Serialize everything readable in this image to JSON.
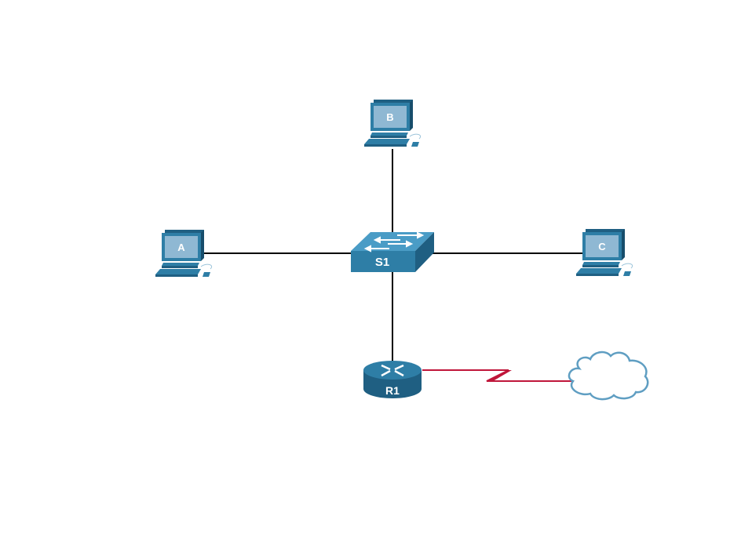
{
  "diagram": {
    "type": "network-topology",
    "nodes": [
      {
        "id": "A",
        "label": "A",
        "kind": "pc"
      },
      {
        "id": "B",
        "label": "B",
        "kind": "pc"
      },
      {
        "id": "C",
        "label": "C",
        "kind": "pc"
      },
      {
        "id": "S1",
        "label": "S1",
        "kind": "switch"
      },
      {
        "id": "R1",
        "label": "R1",
        "kind": "router"
      },
      {
        "id": "cloud",
        "label": "",
        "kind": "cloud"
      }
    ],
    "links": [
      {
        "from": "A",
        "to": "S1",
        "kind": "ethernet"
      },
      {
        "from": "B",
        "to": "S1",
        "kind": "ethernet"
      },
      {
        "from": "C",
        "to": "S1",
        "kind": "ethernet"
      },
      {
        "from": "S1",
        "to": "R1",
        "kind": "ethernet"
      },
      {
        "from": "R1",
        "to": "cloud",
        "kind": "serial"
      }
    ],
    "colors": {
      "device_dark": "#1f5f82",
      "device_mid": "#2e7ea6",
      "device_light": "#4a9cc6",
      "screen": "#8fb8d3",
      "ethernet": "#000000",
      "serial": "#c0163a",
      "cloud_stroke": "#5f9ec2"
    }
  }
}
